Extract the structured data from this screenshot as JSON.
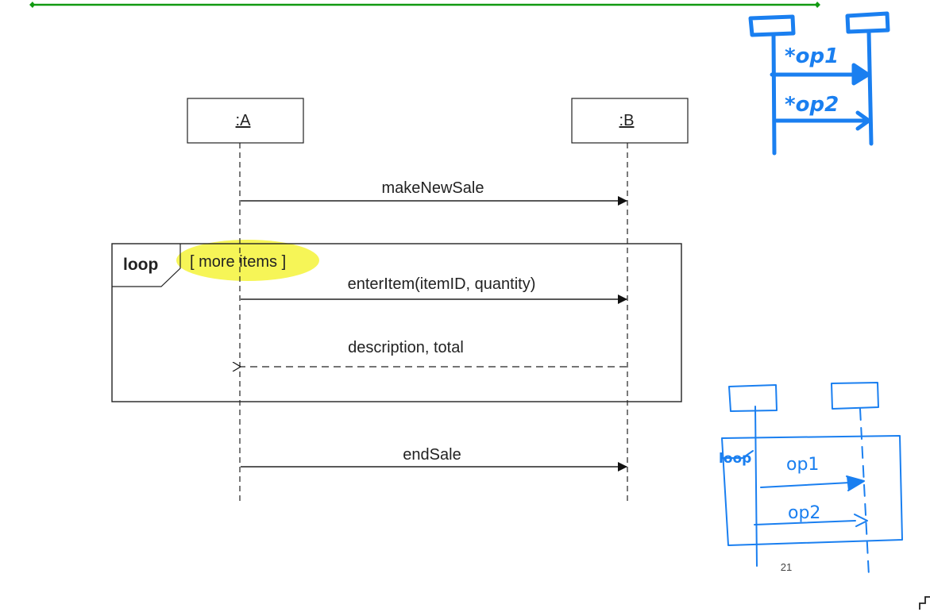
{
  "slide": {
    "page_number": "21",
    "colors": {
      "pen_blue": "#1a7ff0",
      "pen_green": "#119a11",
      "highlight": "#f5f33a",
      "ink": "#222222"
    }
  },
  "diagram": {
    "lifelines": [
      {
        "id": "A",
        "label": ":A"
      },
      {
        "id": "B",
        "label": ":B"
      }
    ],
    "messages": [
      {
        "label": "makeNewSale",
        "from": "A",
        "to": "B",
        "kind": "sync"
      },
      {
        "label": "enterItem(itemID, quantity)",
        "from": "A",
        "to": "B",
        "kind": "sync"
      },
      {
        "label": "description, total",
        "from": "B",
        "to": "A",
        "kind": "reply"
      },
      {
        "label": "endSale",
        "from": "A",
        "to": "B",
        "kind": "sync"
      }
    ],
    "fragment": {
      "operator": "loop",
      "guard": "[ more items ]"
    }
  },
  "annotations": {
    "top_sketch": {
      "msg1": "*op1",
      "msg2": "*op2"
    },
    "bottom_sketch": {
      "operator": "loop",
      "msg1": "op1",
      "msg2": "op2"
    }
  }
}
